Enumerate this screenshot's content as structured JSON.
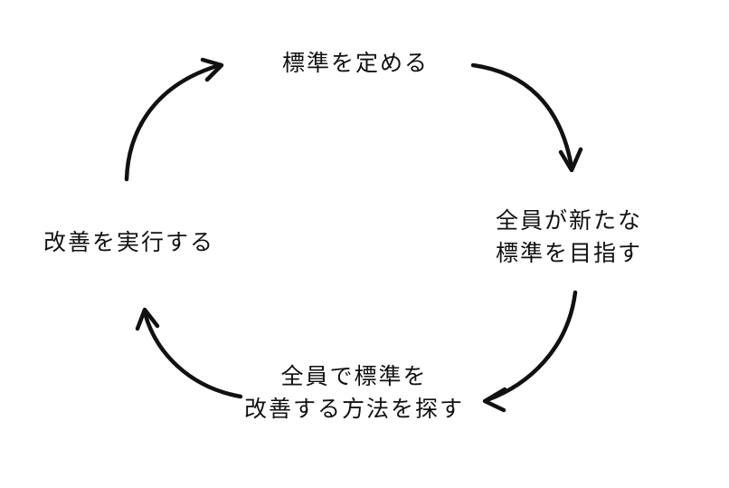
{
  "diagram": {
    "steps": {
      "top": {
        "text": "標準を定める"
      },
      "right": {
        "line1": "全員が新たな",
        "line2": "標準を目指す"
      },
      "bottom": {
        "line1": "全員で標準を",
        "line2": "改善する方法を探す"
      },
      "left": {
        "text": "改善を実行する"
      }
    }
  }
}
